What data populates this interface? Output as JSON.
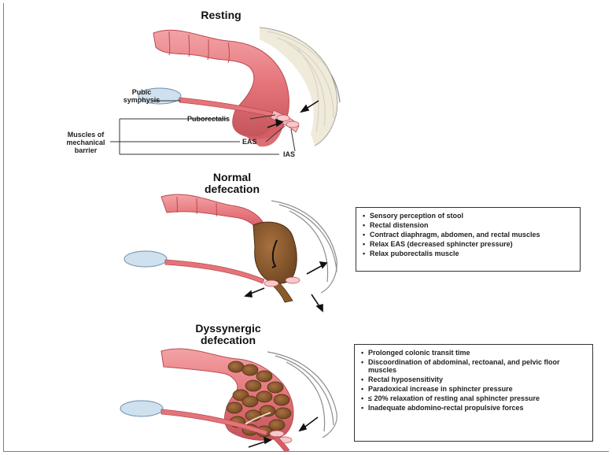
{
  "panels": {
    "resting": {
      "title": "Resting",
      "labels": {
        "pubic_symphysis": "Pubic\nsymphysis",
        "puborectalis": "Puborectalis",
        "muscles_barrier": "Muscles of\nmechanical\nbarrier",
        "eas": "EAS",
        "ias": "IAS"
      }
    },
    "normal": {
      "title": "Normal\ndefecation",
      "bullets": [
        "Sensory perception of stool",
        "Rectal distension",
        "Contract diaphragm, abdomen, and rectal muscles",
        "Relax EAS (decreased sphincter pressure)",
        "Relax puborectalis muscle"
      ]
    },
    "dyssynergic": {
      "title": "Dyssynergic\ndefecation",
      "bullets": [
        "Prolonged colonic transit time",
        "Discoordination of abdominal, rectoanal, and pelvic floor muscles",
        "Rectal hyposensitivity",
        "Paradoxical increase in sphincter pressure",
        "≤ 20% relaxation of resting anal sphincter pressure",
        "Inadequate abdomino-rectal propulsive forces"
      ]
    }
  },
  "colors": {
    "colon": "#e5747a",
    "colon_dark": "#b94a52",
    "stool": "#8a5a2b",
    "bone": "#cfe0ee",
    "spine": "#e9e2cf"
  }
}
